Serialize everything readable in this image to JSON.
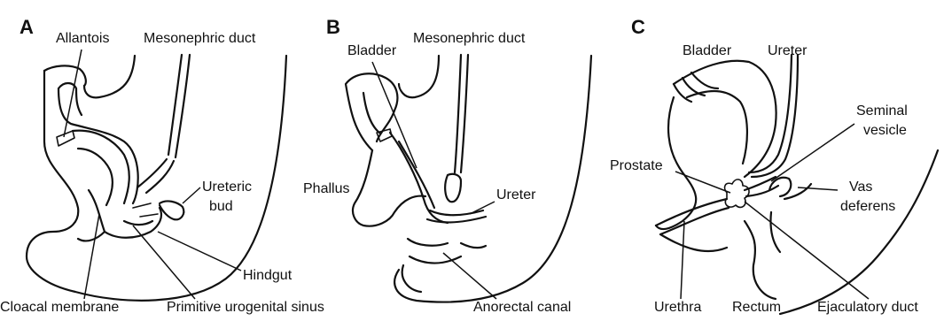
{
  "panels": [
    {
      "letter": "A",
      "labels": {
        "allantois": "Allantois",
        "mesonephric_duct": "Mesonephric duct",
        "ureteric_bud_1": "Ureteric",
        "ureteric_bud_2": "bud",
        "hindgut": "Hindgut",
        "cloacal_membrane": "Cloacal membrane",
        "primitive_urogenital_sinus": "Primitive urogenital sinus"
      }
    },
    {
      "letter": "B",
      "labels": {
        "bladder": "Bladder",
        "mesonephric_duct": "Mesonephric duct",
        "phallus": "Phallus",
        "ureter": "Ureter",
        "anorectal_canal": "Anorectal canal"
      }
    },
    {
      "letter": "C",
      "labels": {
        "bladder": "Bladder",
        "ureter": "Ureter",
        "seminal_vesicle_1": "Seminal",
        "seminal_vesicle_2": "vesicle",
        "prostate": "Prostate",
        "vas_deferens_1": "Vas",
        "vas_deferens_2": "deferens",
        "urethra": "Urethra",
        "rectum": "Rectum",
        "ejaculatory_duct": "Ejaculatory duct"
      }
    }
  ]
}
